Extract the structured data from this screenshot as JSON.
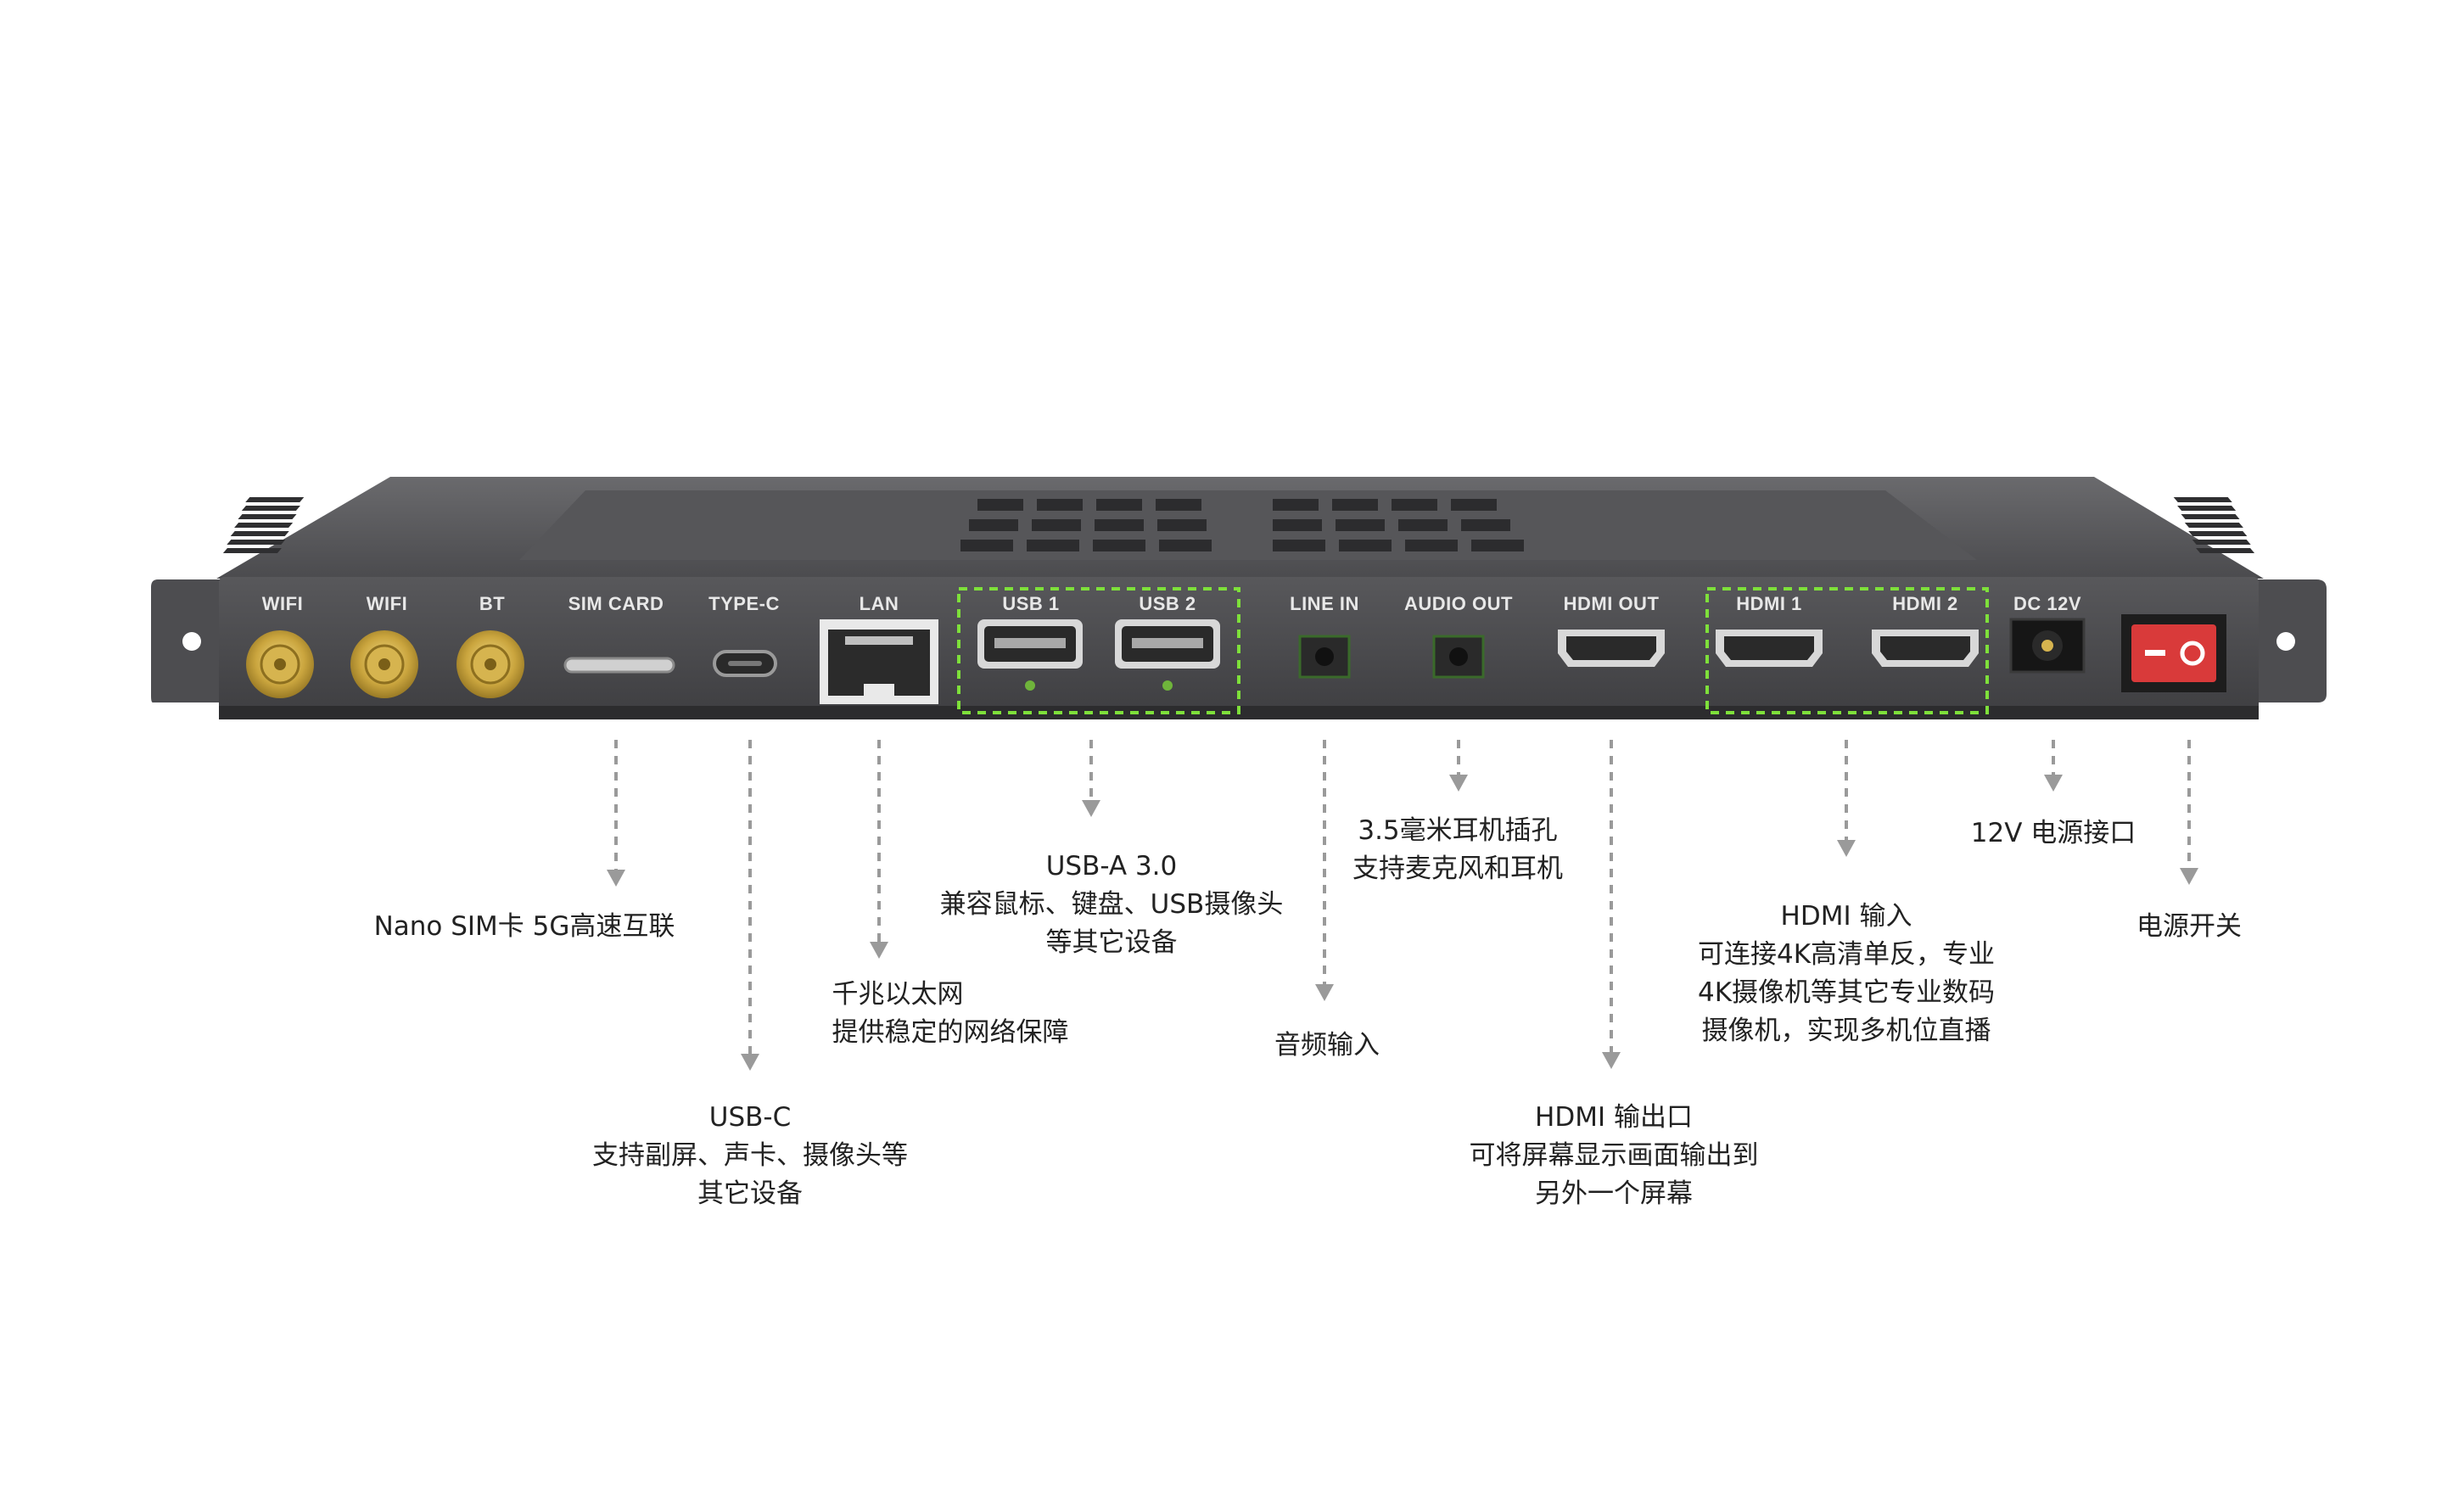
{
  "ports": {
    "wifi1": "WIFI",
    "wifi2": "WIFI",
    "bt": "BT",
    "sim_card": "SIM CARD",
    "type_c": "TYPE-C",
    "lan": "LAN",
    "usb1": "USB 1",
    "usb2": "USB 2",
    "line_in": "LINE IN",
    "audio_out": "AUDIO OUT",
    "hdmi_out": "HDMI OUT",
    "hdmi1": "HDMI 1",
    "hdmi2": "HDMI 2",
    "dc12v": "DC 12V"
  },
  "annotations": {
    "sim": {
      "line1": "Nano SIM卡 5G高速互联"
    },
    "usbc": {
      "line1": "USB-C",
      "line2": "支持副屏、声卡、摄像头等",
      "line3": "其它设备"
    },
    "lan": {
      "line1": "千兆以太网",
      "line2": "提供稳定的网络保障"
    },
    "usba": {
      "line1": "USB-A 3.0",
      "line2": "兼容鼠标、键盘、USB摄像头",
      "line3": "等其它设备"
    },
    "line_in": {
      "line1": "音频输入"
    },
    "audio_out": {
      "line1": "3.5毫米耳机插孔",
      "line2": "支持麦克风和耳机"
    },
    "hdmi_out": {
      "line1": "HDMI 输出口",
      "line2": "可将屏幕显示画面输出到",
      "line3": "另外一个屏幕"
    },
    "hdmi_in": {
      "line1": "HDMI 输入",
      "line2": "可连接4K高清单反，专业",
      "line3": "4K摄像机等其它专业数码",
      "line4": "摄像机，实现多机位直播"
    },
    "dc": {
      "line1": "12V 电源接口"
    },
    "power": {
      "line1": "电源开关"
    }
  },
  "colors": {
    "panel": "#4a4a4c",
    "panel_top": "#5a5a5c",
    "antenna_gold": "#c8a640",
    "highlight_dash": "#7ee03a",
    "power_switch": "#d93a3a",
    "arrow": "#9a9a9a"
  }
}
